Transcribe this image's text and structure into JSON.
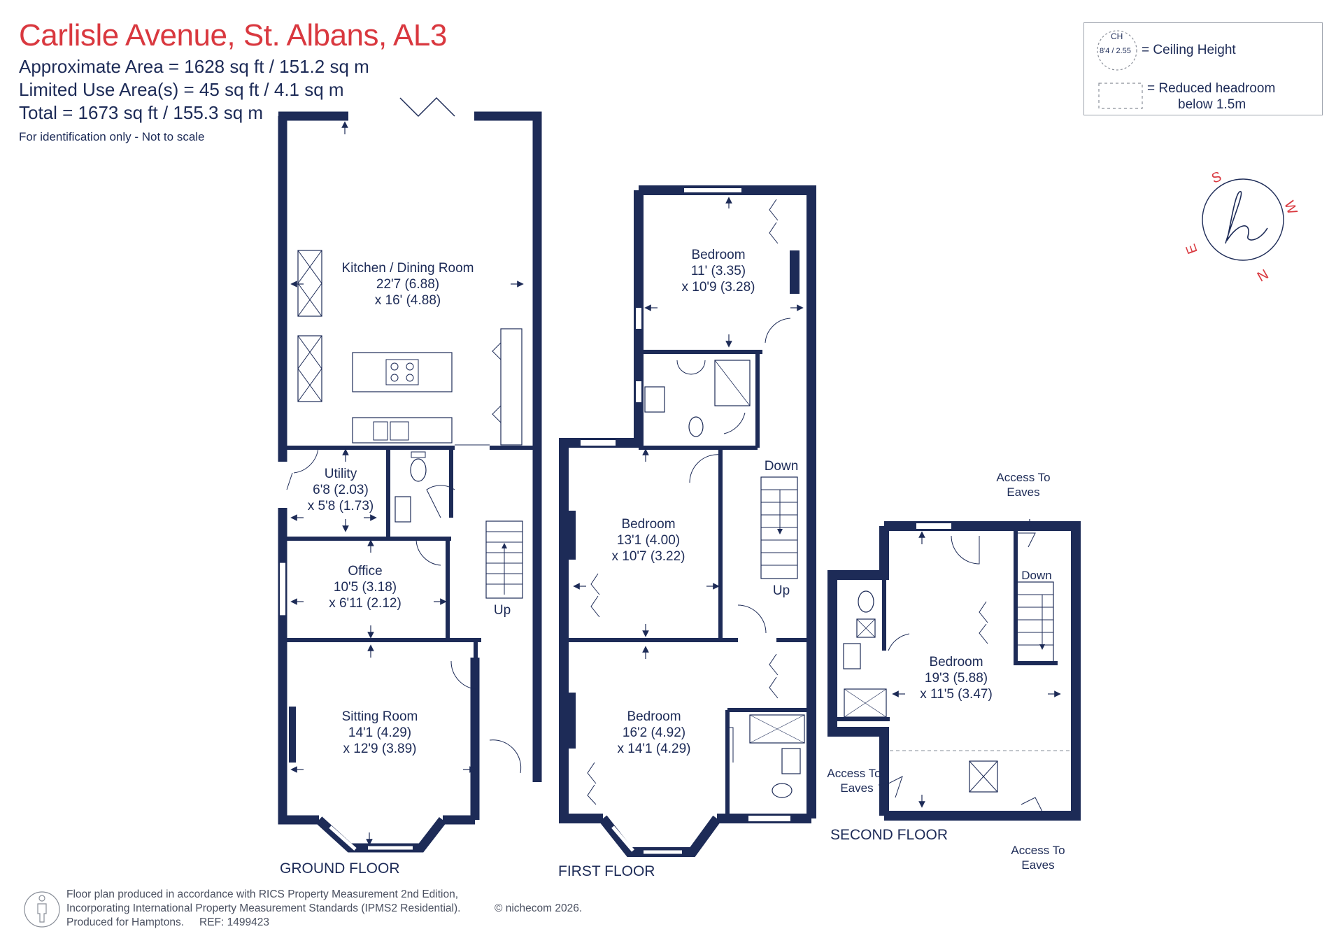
{
  "header": {
    "title": "Carlisle Avenue, St. Albans, AL3",
    "approx_area": "Approximate Area = 1628 sq ft / 151.2 sq m",
    "limited_area": "Limited Use Area(s) = 45 sq ft / 4.1 sq m",
    "total_area": "Total = 1673 sq ft / 155.3 sq m",
    "note": "For identification only - Not to scale"
  },
  "legend": {
    "ch_abbr": "CH",
    "ch_value": "8'4 / 2.55",
    "ch_label": "= Ceiling Height",
    "reduced_label_1": "= Reduced headroom",
    "reduced_label_2": "below 1.5m"
  },
  "compass": {
    "letters": [
      "S",
      "W",
      "N",
      "E"
    ],
    "monogram": "h"
  },
  "floors": {
    "ground": {
      "label": "GROUND FLOOR",
      "rooms": [
        {
          "name": "Kitchen / Dining Room",
          "dim1": "22'7 (6.88)",
          "dim2": "x 16' (4.88)"
        },
        {
          "name": "Utility",
          "dim1": "6'8 (2.03)",
          "dim2": "x 5'8 (1.73)"
        },
        {
          "name": "Office",
          "dim1": "10'5 (3.18)",
          "dim2": "x 6'11 (2.12)"
        },
        {
          "name": "Sitting Room",
          "dim1": "14'1 (4.29)",
          "dim2": "x 12'9 (3.89)"
        }
      ],
      "stairs": "Up"
    },
    "first": {
      "label": "FIRST FLOOR",
      "rooms": [
        {
          "name": "Bedroom",
          "dim1": "11' (3.35)",
          "dim2": "x 10'9 (3.28)"
        },
        {
          "name": "Bedroom",
          "dim1": "13'1 (4.00)",
          "dim2": "x 10'7 (3.22)"
        },
        {
          "name": "Bedroom",
          "dim1": "16'2 (4.92)",
          "dim2": "x 14'1 (4.29)"
        }
      ],
      "stairs_down": "Down",
      "stairs_up": "Up"
    },
    "second": {
      "label": "SECOND FLOOR",
      "rooms": [
        {
          "name": "Bedroom",
          "dim1": "19'3 (5.88)",
          "dim2": "x 11'5 (3.47)"
        }
      ],
      "stairs_down": "Down",
      "eaves_1a": "Access To",
      "eaves_1b": "Eaves",
      "eaves_2a": "Access To",
      "eaves_2b": "Eaves",
      "eaves_3a": "Access To",
      "eaves_3b": "Eaves"
    }
  },
  "footer": {
    "line1": "Floor plan produced in accordance with RICS Property Measurement 2nd Edition,",
    "line2": "Incorporating International Property Measurement Standards (IPMS2 Residential).",
    "copyright": "© nichecom 2026.",
    "line3": "Produced for Hamptons.",
    "ref": "REF: 1499423"
  },
  "colors": {
    "wall": "#1d2b57",
    "title": "#d9383f",
    "text": "#1d2b57"
  }
}
